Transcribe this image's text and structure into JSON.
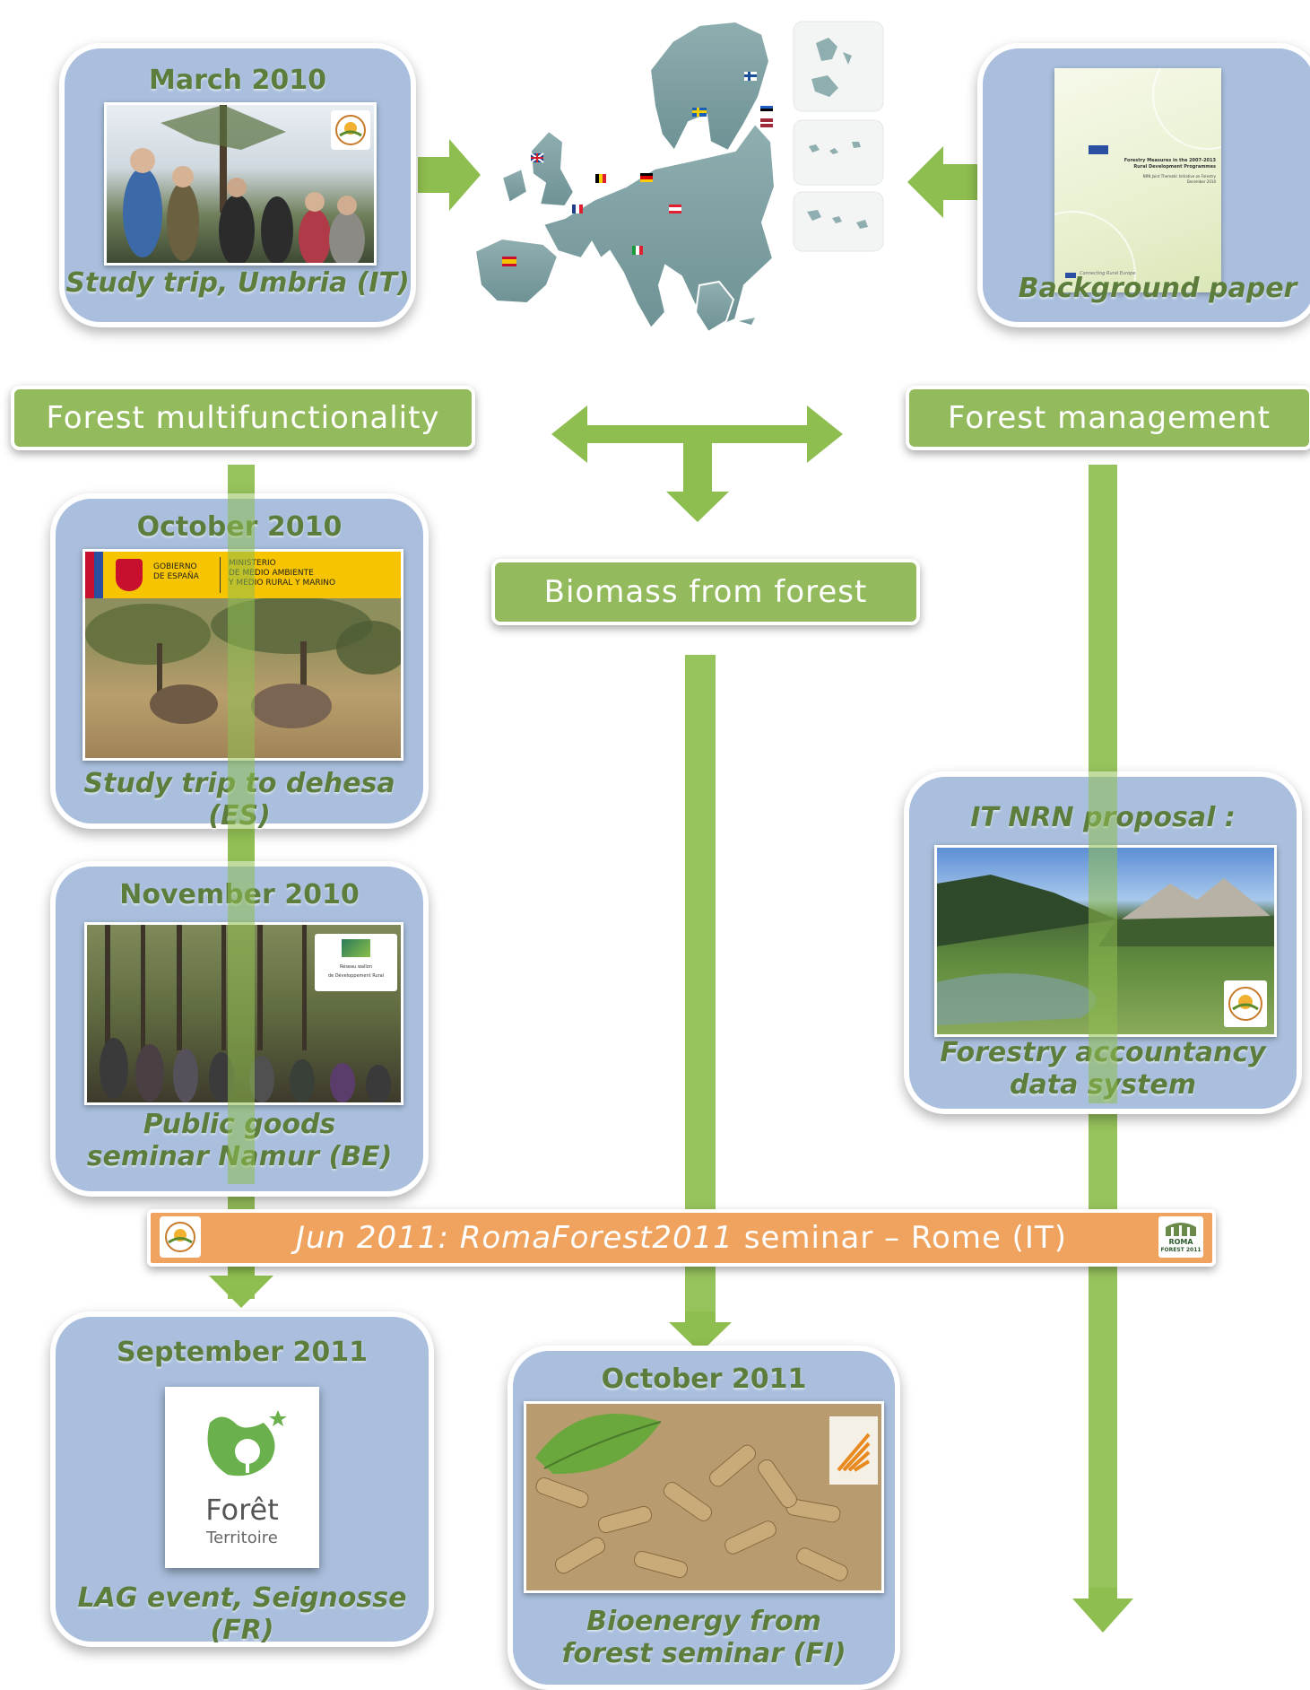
{
  "cards": {
    "march2010": {
      "title": "March 2010",
      "caption": "Study trip, Umbria (IT)"
    },
    "background": {
      "caption": "Background paper",
      "doc_line1": "Forestry Measures in the 2007-2013",
      "doc_line2": "Rural Development Programmes",
      "doc_line3": "NRN Joint Thematic Initiative on Forestry",
      "doc_line4": "December 2010",
      "doc_footer": "Connecting Rural Europe"
    },
    "october2010": {
      "title": "October 2010",
      "caption": "Study trip to dehesa (ES)",
      "gov_left1": "GOBIERNO",
      "gov_left2": "DE ESPAÑA",
      "gov_right1": "MINISTERIO",
      "gov_right2": "DE MEDIO AMBIENTE",
      "gov_right3": "Y MEDIO RURAL Y MARINO"
    },
    "november2010": {
      "title": "November 2010",
      "caption_line1": "Public goods",
      "caption_line2": "seminar Namur (BE)",
      "logo_line1": "Réseau wallon",
      "logo_line2": "de Développement Rural"
    },
    "it_nrn": {
      "title": "IT NRN proposal :",
      "caption_line1": "Forestry accountancy",
      "caption_line2": "data system"
    },
    "september2011": {
      "title": "September 2011",
      "caption": "LAG event, Seignosse (FR)",
      "logo_word1": "Forêt",
      "logo_word2": "Territoire"
    },
    "october2011": {
      "title": "October 2011",
      "caption_line1": "Bioenergy from",
      "caption_line2": "forest seminar (FI)"
    }
  },
  "themes": {
    "multifunctionality": "Forest multifunctionality",
    "management": "Forest management",
    "biomass": "Biomass from forest"
  },
  "seminar": {
    "prefix": "Jun 2011: ",
    "name": "RomaForest2011",
    "suffix": " seminar – Rome (IT)",
    "logo_line1": "ROMA",
    "logo_line2": "FOREST 2011"
  },
  "colors": {
    "card_bg": "#a9bfdd",
    "arrow_green": "#8fbe50",
    "theme_box": "#93bb5d",
    "seminar_orange": "#f0a35f",
    "title_green": "#5c7d3c"
  }
}
